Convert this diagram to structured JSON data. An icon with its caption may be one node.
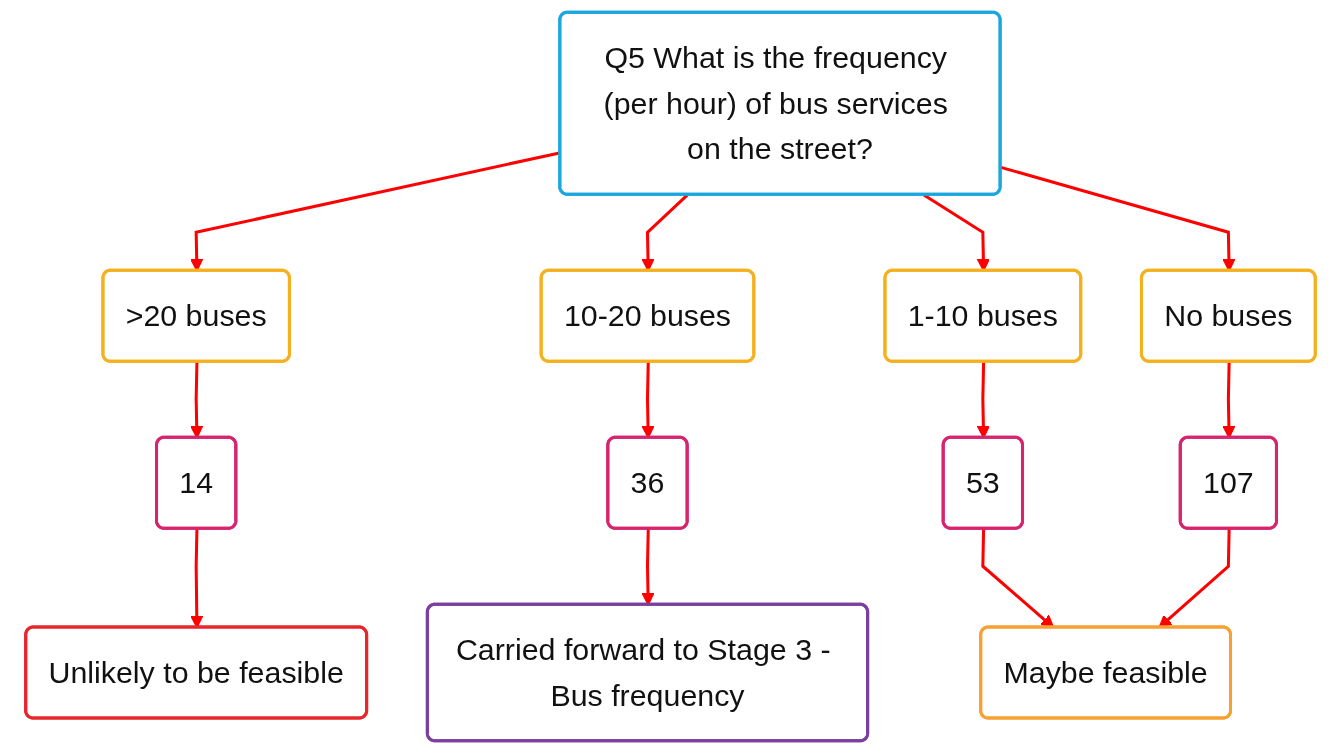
{
  "diagram": {
    "nodes": [
      {
        "text": [
          "Q5 What is the frequency (per hour) of bus services on the street?"
        ]
      },
      {
        "text": [
          ">20 buses"
        ]
      },
      {
        "text": [
          "10-20 buses"
        ]
      },
      {
        "text": [
          "1-10 buses"
        ]
      },
      {
        "text": [
          "No buses"
        ]
      },
      {
        "text": [
          "14"
        ]
      },
      {
        "text": [
          "36"
        ]
      },
      {
        "text": [
          "53"
        ]
      },
      {
        "text": [
          "107"
        ]
      },
      {
        "text": [
          "Unlikely to be feasible"
        ]
      },
      {
        "text": [
          "Carried forward to Stage 3 - Bus frequency"
        ]
      },
      {
        "text": [
          "Maybe feasible"
        ]
      }
    ],
    "edges": [
      {
        "from": 0,
        "to": 1,
        "arrow": "to"
      },
      {
        "from": 0,
        "to": 2,
        "arrow": "to"
      },
      {
        "from": 0,
        "to": 3,
        "arrow": "to"
      },
      {
        "from": 0,
        "to": 4,
        "arrow": "to"
      },
      {
        "from": 1,
        "to": 5,
        "arrow": "to"
      },
      {
        "from": 2,
        "to": 6,
        "arrow": "to"
      },
      {
        "from": 3,
        "to": 7,
        "arrow": "to"
      },
      {
        "from": 4,
        "to": 8,
        "arrow": "to"
      },
      {
        "from": 5,
        "to": 9,
        "arrow": "to"
      },
      {
        "from": 6,
        "to": 10,
        "arrow": "to"
      },
      {
        "from": 7,
        "to": 11,
        "arrow": "to"
      },
      {
        "from": 8,
        "to": 11,
        "arrow": "to"
      }
    ]
  }
}
